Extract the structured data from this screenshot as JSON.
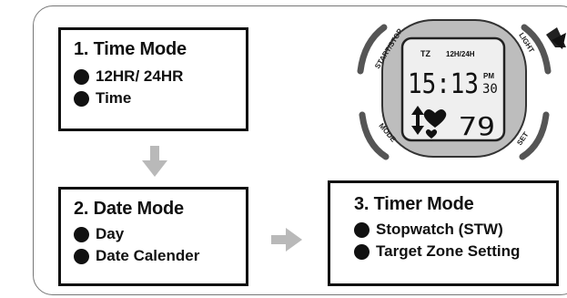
{
  "modes": [
    {
      "title": "1. Time Mode",
      "items": [
        "12HR/ 24HR",
        "Time"
      ]
    },
    {
      "title": "2. Date Mode",
      "items": [
        "Day",
        "Date Calender"
      ]
    },
    {
      "title": "3. Timer Mode",
      "items": [
        "Stopwatch (STW)",
        "Target Zone Setting"
      ]
    }
  ],
  "watch": {
    "buttons": {
      "start_stop": "START/STOP",
      "light": "LIGHT",
      "mode": "MODE",
      "set": "SET"
    },
    "display": {
      "indicator_tz": "TZ",
      "indicator_hour": "12H/24H",
      "time": "15:13",
      "ampm": "PM",
      "seconds": "30",
      "heart_rate": "79"
    }
  },
  "colors": {
    "arrow": "#b9b9b9",
    "box_border": "#111111",
    "watch_bezel": "#bdbdbd",
    "lcd": "#efefef"
  }
}
